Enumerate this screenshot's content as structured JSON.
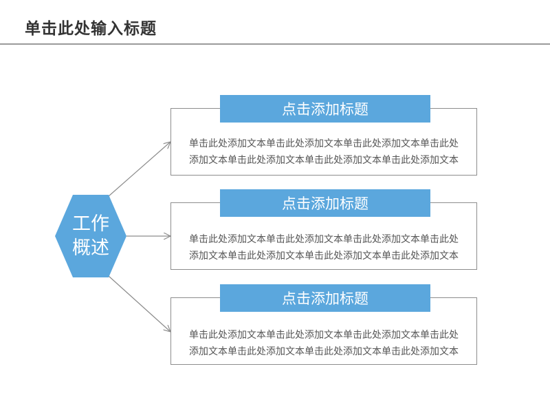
{
  "title": "单击此处输入标题",
  "center": {
    "line1": "工作",
    "line2": "概述",
    "color": "#5ba7dd"
  },
  "items": [
    {
      "label": "点击添加标题",
      "line1": "单击此处添加文本单击此处添加文本单击此处添加文本单击此处",
      "line2": "添加文本单击此处添加文本单击此处添加文本单击此处添加文本"
    },
    {
      "label": "点击添加标题",
      "line1": "单击此处添加文本单击此处添加文本单击此处添加文本单击此处",
      "line2": "添加文本单击此处添加文本单击此处添加文本单击此处添加文本"
    },
    {
      "label": "点击添加标题",
      "line1": "单击此处添加文本单击此处添加文本单击此处添加文本单击此处",
      "line2": "添加文本单击此处添加文本单击此处添加文本单击此处添加文本"
    }
  ],
  "colors": {
    "accent": "#5ba7dd",
    "border": "#8c8c8c",
    "rule": "#9a9a9a"
  }
}
